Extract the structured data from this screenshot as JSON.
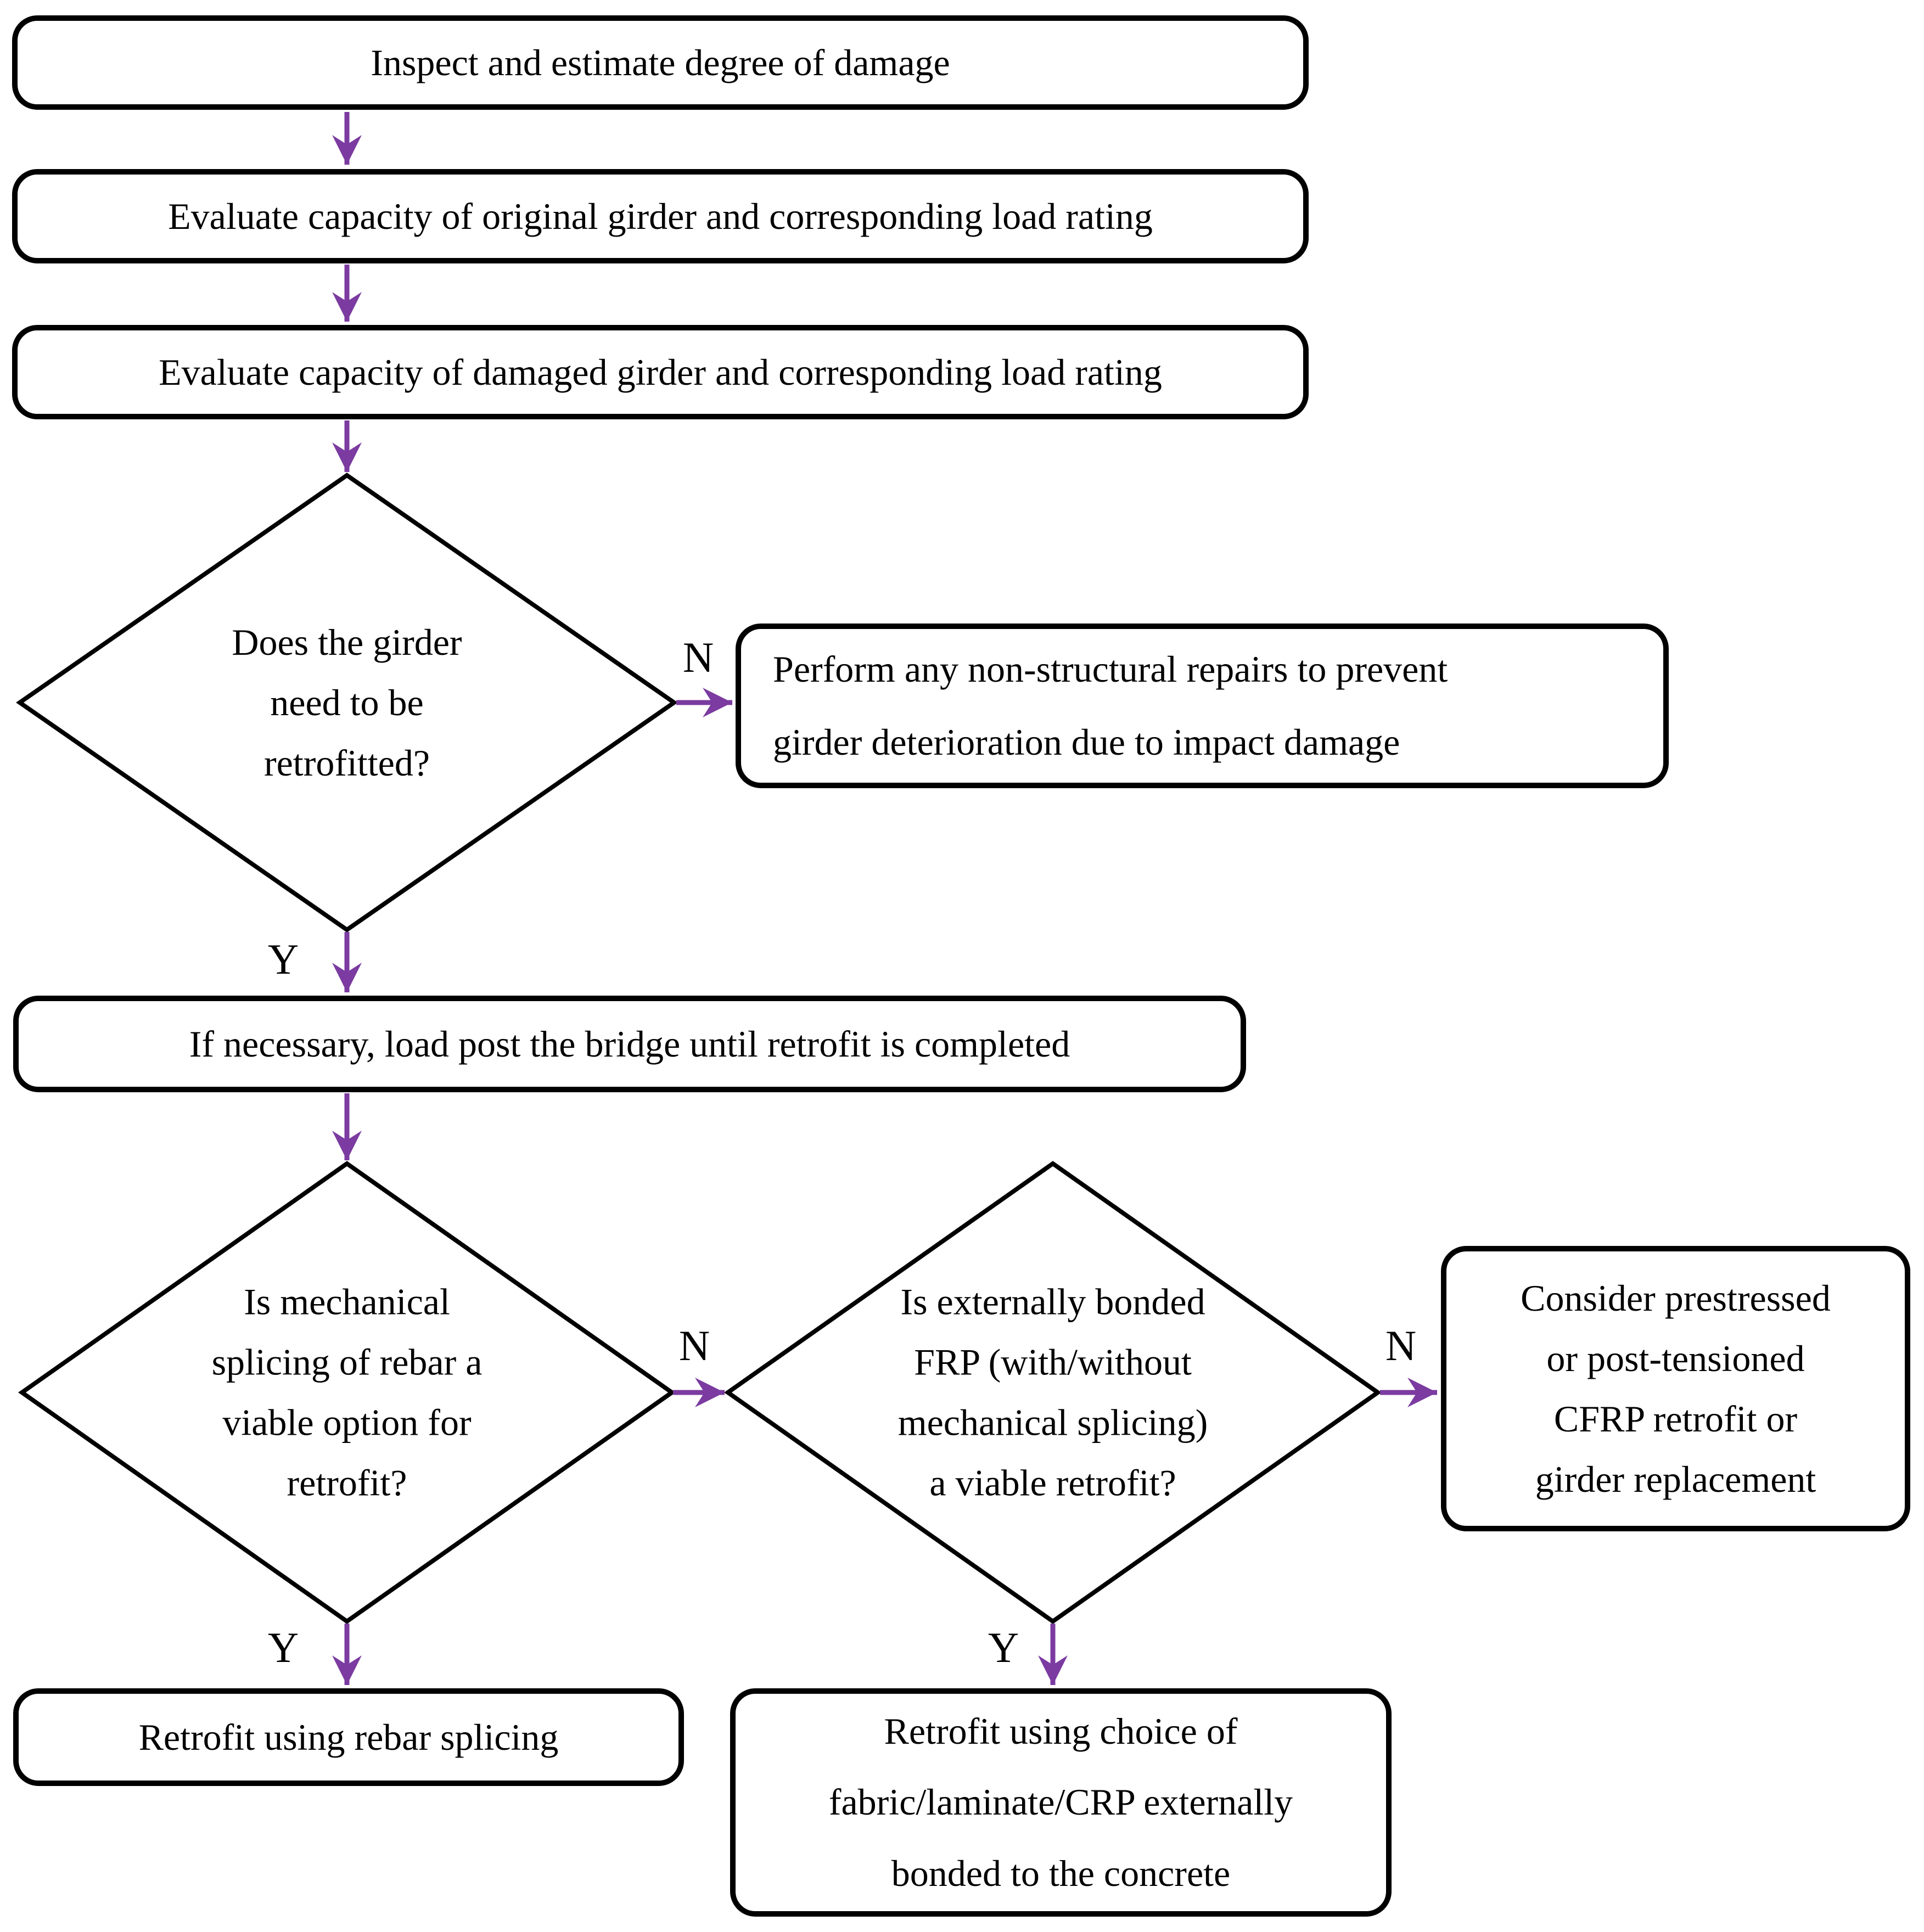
{
  "colors": {
    "arrow": "#7b3ba0",
    "line": "#000000",
    "text": "#000000",
    "bg": "#ffffff"
  },
  "labels": {
    "yes": "Y",
    "no": "N"
  },
  "nodes": {
    "inspect": "Inspect and estimate degree of damage",
    "eval_original": "Evaluate capacity of original girder and corresponding load rating",
    "eval_damaged": "Evaluate capacity of damaged girder and corresponding load rating",
    "need_retrofit": [
      "Does the girder",
      "need to be",
      "retrofitted?"
    ],
    "non_structural": [
      "Perform any non-structural repairs to prevent",
      "girder deterioration due to impact damage"
    ],
    "load_post": "If necessary, load post the bridge until retrofit is completed",
    "mech_splicing": [
      "Is mechanical",
      "splicing of rebar a",
      "viable option for",
      "retrofit?"
    ],
    "ext_frp": [
      "Is externally bonded",
      "FRP (with/without",
      "mechanical splicing)",
      "a viable retrofit?"
    ],
    "consider_cfrp": [
      "Consider prestressed",
      "or post-tensioned",
      "CFRP retrofit or",
      "girder replacement"
    ],
    "rebar_splicing": "Retrofit using rebar splicing",
    "frp_choice": [
      "Retrofit using choice of",
      "fabric/laminate/CRP externally",
      "bonded to the concrete"
    ]
  }
}
